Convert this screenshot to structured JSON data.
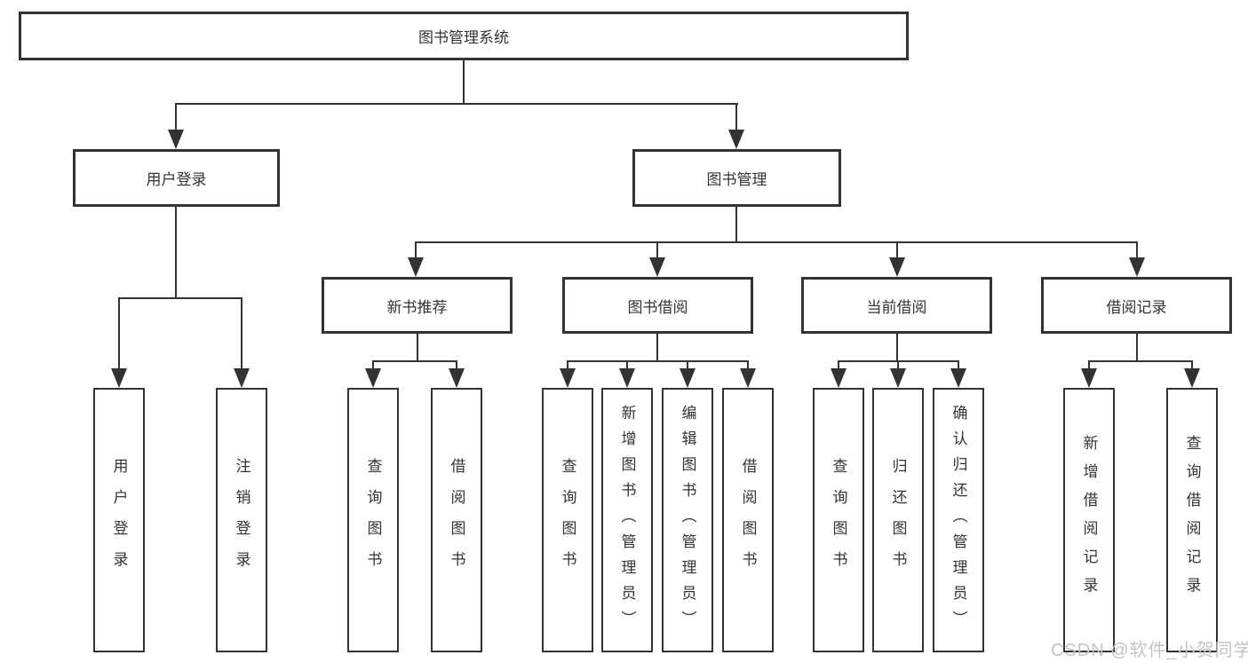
{
  "diagram_type": "hierarchy-tree",
  "nodes": {
    "root": "图书管理系统",
    "user_login": "用户登录",
    "book_mgmt": "图书管理",
    "new_book_rec": "新书推荐",
    "book_borrow": "图书借阅",
    "current_borrow": "当前借阅",
    "borrow_records": "借阅记录"
  },
  "leaves": {
    "user_login": "用户登录",
    "logout": "注销登录",
    "nb_query": "查询图书",
    "nb_borrow": "借阅图书",
    "bb_query": "查询图书",
    "bb_add": "新增图书（管理员）",
    "bb_edit": "编辑图书（管理员）",
    "bb_borrow": "借阅图书",
    "cb_query": "查询图书",
    "cb_return": "归还图书",
    "cb_confirm": "确认归还（管理员）",
    "br_add": "新增借阅记录",
    "br_query": "查询借阅记录"
  },
  "hierarchy": {
    "label": "图书管理系统",
    "children": [
      {
        "label": "用户登录",
        "children": [
          {
            "label": "用户登录"
          },
          {
            "label": "注销登录"
          }
        ]
      },
      {
        "label": "图书管理",
        "children": [
          {
            "label": "新书推荐",
            "children": [
              {
                "label": "查询图书"
              },
              {
                "label": "借阅图书"
              }
            ]
          },
          {
            "label": "图书借阅",
            "children": [
              {
                "label": "查询图书"
              },
              {
                "label": "新增图书（管理员）"
              },
              {
                "label": "编辑图书（管理员）"
              },
              {
                "label": "借阅图书"
              }
            ]
          },
          {
            "label": "当前借阅",
            "children": [
              {
                "label": "查询图书"
              },
              {
                "label": "归还图书"
              },
              {
                "label": "确认归还（管理员）"
              }
            ]
          },
          {
            "label": "借阅记录",
            "children": [
              {
                "label": "新增借阅记录"
              },
              {
                "label": "查询借阅记录"
              }
            ]
          }
        ]
      }
    ]
  },
  "watermark": "CSDN @软件_小贺同学",
  "colors": {
    "line": "#333333",
    "text": "#333333",
    "box_background": "#ffffff",
    "page_background": "#ffffff",
    "watermark": "#c9c1c1"
  }
}
